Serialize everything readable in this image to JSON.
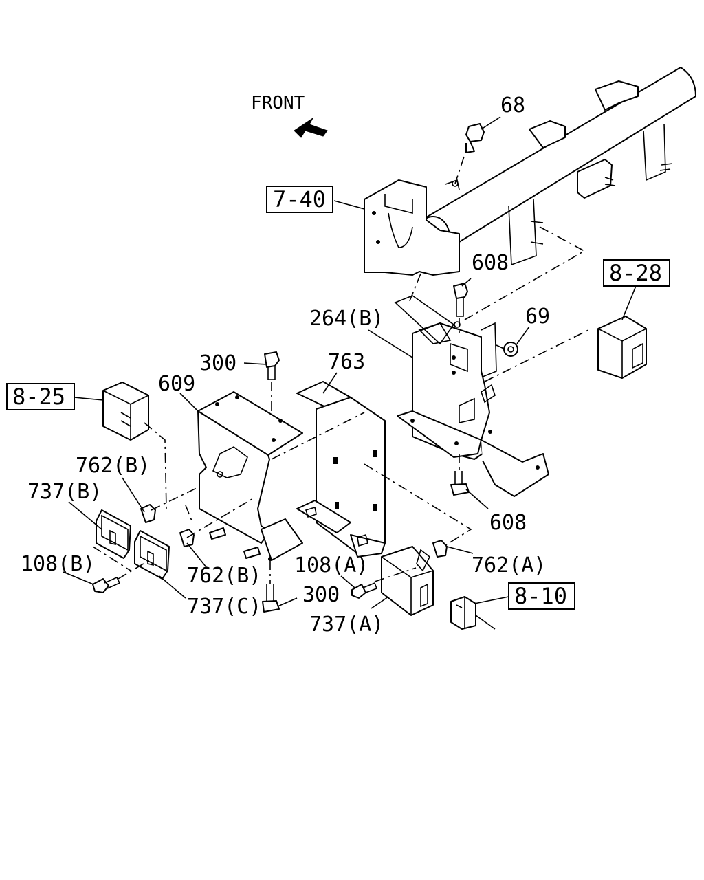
{
  "orientation": {
    "front_label": "FRONT",
    "arrow_icon": "front-arrow-icon"
  },
  "labels": {
    "p68": "68",
    "p608_top": "608",
    "p608_bottom": "608",
    "p69": "69",
    "p264b": "264(B)",
    "p300_top": "300",
    "p300_bottom": "300",
    "p609": "609",
    "p763": "763",
    "p762b_top": "762(B)",
    "p762b_bottom": "762(B)",
    "p737b": "737(B)",
    "p737c": "737(C)",
    "p737a": "737(A)",
    "p108b": "108(B)",
    "p108a": "108(A)",
    "p762a": "762(A)"
  },
  "references": {
    "r7_40": "7-40",
    "r8_28": "8-28",
    "r8_25": "8-25",
    "r8_10": "8-10"
  }
}
